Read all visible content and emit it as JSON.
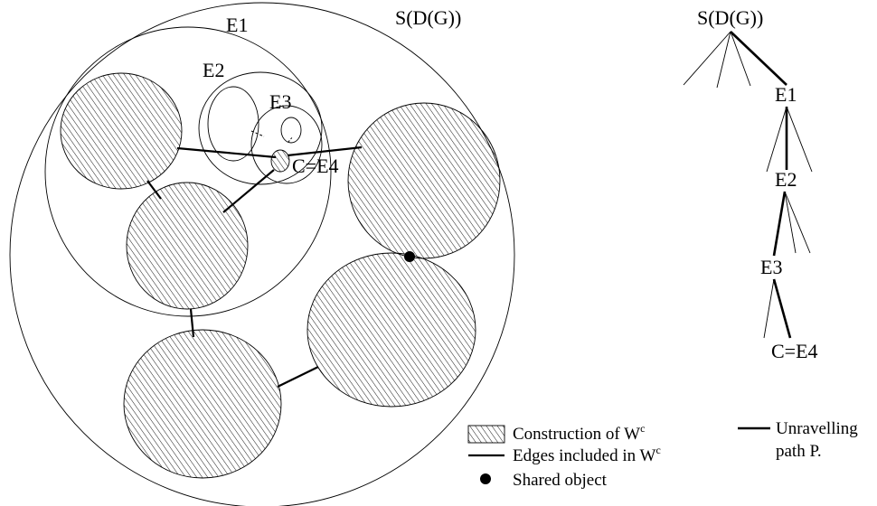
{
  "labels": {
    "sdg": "S(D(G))",
    "e1": "E1",
    "e2": "E2",
    "e3": "E3",
    "c_e4": "C=E4"
  },
  "tree": {
    "root": "S(D(G))",
    "n1": "E1",
    "n2": "E2",
    "n3": "E3",
    "n4": "C=E4"
  },
  "legend": {
    "construction": "Construction of W",
    "construction_sup": "c",
    "edges": "Edges included in W",
    "edges_sup": "c",
    "shared": "Shared object",
    "path_line1": "Unravelling",
    "path_line2": "path P."
  }
}
